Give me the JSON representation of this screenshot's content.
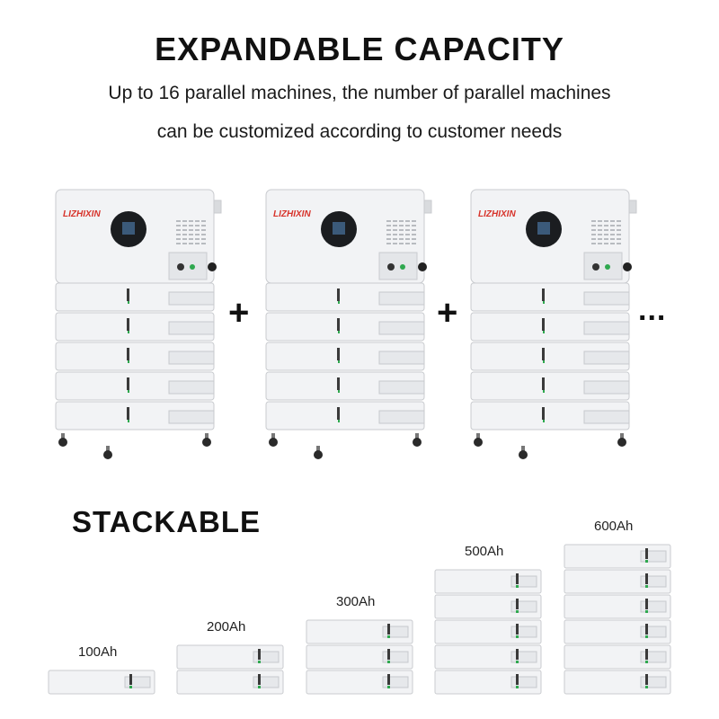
{
  "header": {
    "title": "EXPANDABLE CAPACITY",
    "subtitle_line1": "Up to 16 parallel machines, the number of parallel machines",
    "subtitle_line2": "can be customized according to customer needs"
  },
  "units": [
    {
      "brand": "LIZHIXIN",
      "battery_modules": 5
    },
    {
      "brand": "LIZHIXIN",
      "battery_modules": 5
    },
    {
      "brand": "LIZHIXIN",
      "battery_modules": 5
    }
  ],
  "separators": [
    "+",
    "+",
    "..."
  ],
  "stackable": {
    "title": "STACKABLE",
    "options": [
      {
        "label": "100Ah",
        "modules": 1
      },
      {
        "label": "200Ah",
        "modules": 2
      },
      {
        "label": "300Ah",
        "modules": 3
      },
      {
        "label": "500Ah",
        "modules": 5
      },
      {
        "label": "600Ah",
        "modules": 6
      }
    ]
  },
  "colors": {
    "panel": "#f2f3f5",
    "panel_edge": "#c9cbcf",
    "brand": "#d7332b",
    "indicator": "#2fa84f"
  }
}
